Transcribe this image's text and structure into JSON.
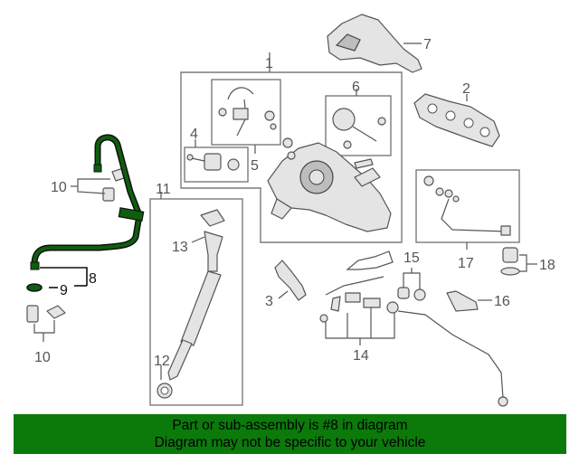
{
  "colors": {
    "highlight": "#0e5e0e",
    "banner_bg": "#0b7a0b",
    "banner_text": "#000000",
    "part_fill": "#e4e4e4",
    "part_stroke": "#555555"
  },
  "callouts": {
    "c1": "1",
    "c2": "2",
    "c3": "3",
    "c4": "4",
    "c5": "5",
    "c6": "6",
    "c7": "7",
    "c8": "8",
    "c9": "9",
    "c10a": "10",
    "c10b": "10",
    "c11": "11",
    "c12": "12",
    "c13": "13",
    "c14": "14",
    "c15": "15",
    "c16": "16",
    "c17": "17",
    "c18": "18"
  },
  "banner": {
    "line1": "Part or sub-assembly is #8 in diagram",
    "line2": "Diagram may not be specific to your vehicle"
  }
}
